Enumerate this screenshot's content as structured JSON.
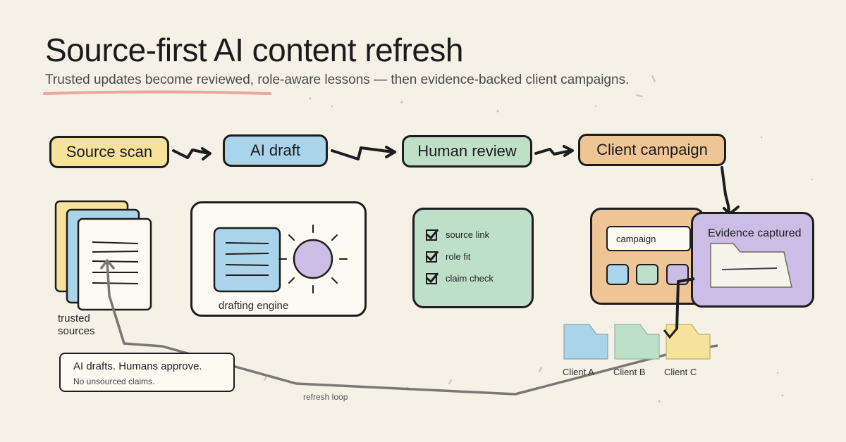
{
  "title": "Source-first AI content refresh",
  "subtitle": "Trusted updates become reviewed, role-aware lessons — then evidence-backed client campaigns.",
  "pipeline": {
    "steps": [
      {
        "label": "Source scan",
        "color": "#f6e29a"
      },
      {
        "label": "AI draft",
        "color": "#a9d4ea"
      },
      {
        "label": "Human review",
        "color": "#bfe0c8"
      },
      {
        "label": "Client campaign",
        "color": "#efc595"
      }
    ]
  },
  "sources": {
    "label": "trusted sources"
  },
  "engine": {
    "label": "drafting engine"
  },
  "review": {
    "items": [
      "source link",
      "role fit",
      "claim check"
    ]
  },
  "campaign": {
    "input_value": "campaign"
  },
  "evidence": {
    "title": "Evidence captured"
  },
  "clients": [
    "Client A",
    "Client B",
    "Client C"
  ],
  "callout": {
    "main": "AI drafts. Humans approve.",
    "sub": "No unsourced claims."
  },
  "loop": {
    "label": "refresh loop"
  },
  "colors": {
    "background": "#f5f1e6",
    "yellow": "#f6e29a",
    "blue": "#a9d4ea",
    "green": "#bfe0c8",
    "orange": "#efc595",
    "purple": "#cbbde6",
    "underline": "#e8a79c"
  }
}
